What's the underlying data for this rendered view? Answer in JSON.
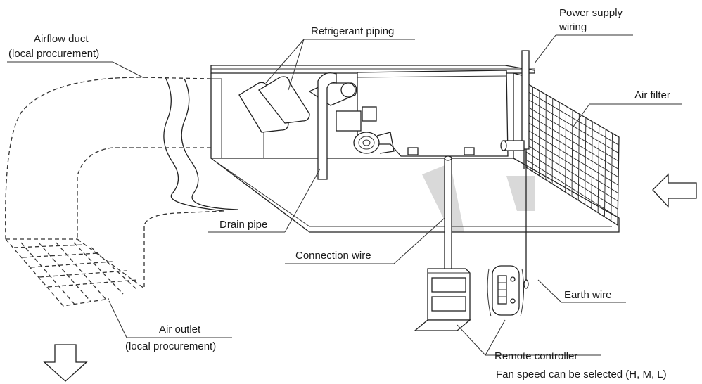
{
  "labels": {
    "airflow_duct": "Airflow duct",
    "airflow_duct_sub": "(local procurement)",
    "refrigerant_piping": "Refrigerant piping",
    "power_supply_1": "Power supply",
    "power_supply_2": "wiring",
    "air_filter": "Air filter",
    "drain_pipe": "Drain pipe",
    "connection_wire": "Connection wire",
    "earth_wire": "Earth wire",
    "air_outlet": "Air outlet",
    "air_outlet_sub": "(local procurement)",
    "remote_controller": "Remote controller",
    "fan_speed": "Fan speed can be selected (H, M, L)"
  }
}
